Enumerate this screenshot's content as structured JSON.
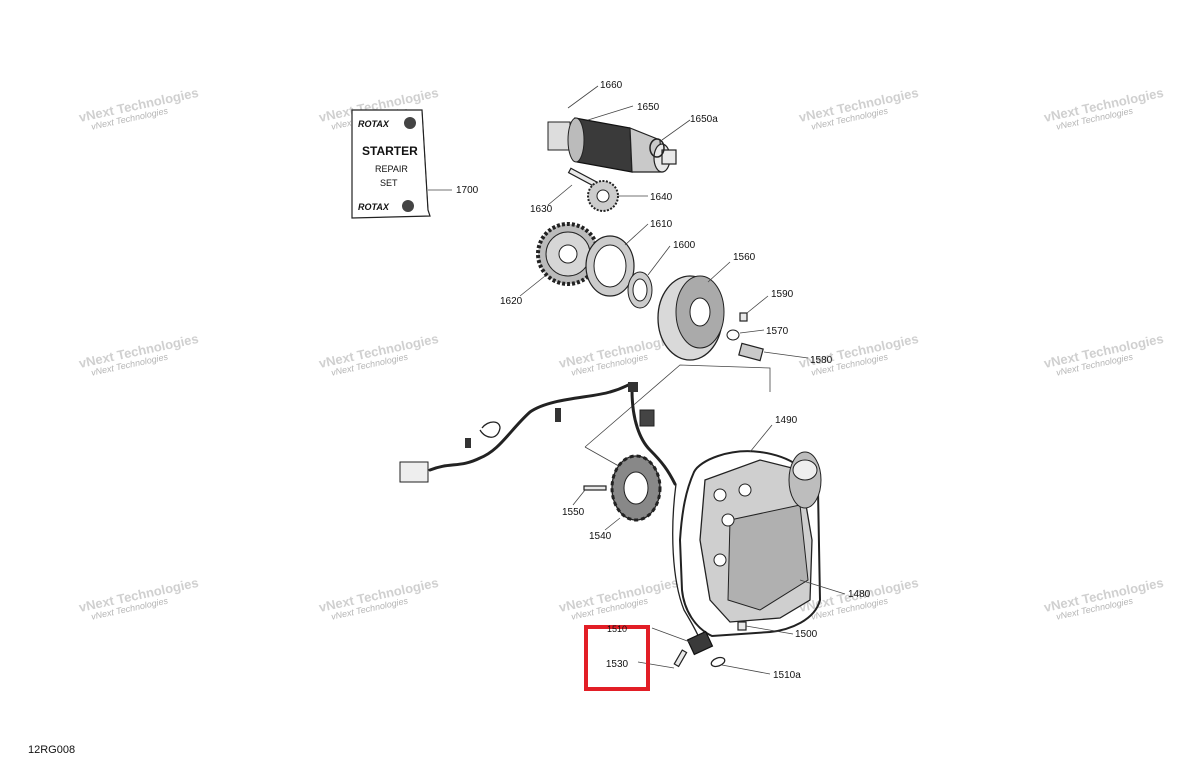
{
  "diagram": {
    "code": "12RG008",
    "watermark_line1": "vNext Technologies",
    "watermark_line2": "Technologies",
    "booklet": {
      "brand_top": "ROTAX",
      "title": "STARTER",
      "subtitle_1": "REPAIR",
      "subtitle_2": "SET",
      "brand_bottom": "ROTAX"
    },
    "parts": [
      {
        "ref": "1660"
      },
      {
        "ref": "1650"
      },
      {
        "ref": "1650a"
      },
      {
        "ref": "1700"
      },
      {
        "ref": "1640"
      },
      {
        "ref": "1630"
      },
      {
        "ref": "1610"
      },
      {
        "ref": "1600"
      },
      {
        "ref": "1560"
      },
      {
        "ref": "1620"
      },
      {
        "ref": "1590"
      },
      {
        "ref": "1570"
      },
      {
        "ref": "1580"
      },
      {
        "ref": "1490"
      },
      {
        "ref": "1550"
      },
      {
        "ref": "1540"
      },
      {
        "ref": "1480"
      },
      {
        "ref": "1500"
      },
      {
        "ref": "1510"
      },
      {
        "ref": "1530"
      },
      {
        "ref": "1510a"
      }
    ],
    "highlight": {
      "ref": "1530",
      "partial_ref": "1510",
      "color": "#e21e26"
    }
  }
}
